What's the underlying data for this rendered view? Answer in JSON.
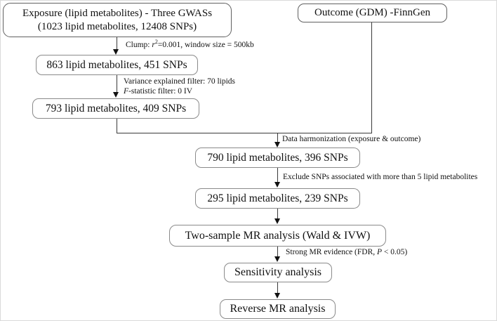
{
  "boxes": {
    "exposure": {
      "line1": "Exposure (lipid metabolites) - Three GWASs",
      "line2": "(1023 lipid metabolites, 12408 SNPs)"
    },
    "outcome": {
      "label": "Outcome (GDM) -FinnGen"
    },
    "clumped": {
      "label": "863 lipid metabolites, 451 SNPs"
    },
    "filtered": {
      "label": "793 lipid metabolites, 409 SNPs"
    },
    "harmonized": {
      "label": "790 lipid metabolites, 396 SNPs"
    },
    "excluded": {
      "label": "295 lipid metabolites, 239 SNPs"
    },
    "mr_analysis": {
      "label": "Two-sample MR analysis (Wald & IVW)"
    },
    "sensitivity": {
      "label": "Sensitivity analysis"
    },
    "reverse_mr": {
      "label": "Reverse MR analysis"
    }
  },
  "edge_labels": {
    "clump": {
      "pre": "Clump: ",
      "var": "r",
      "sup": "2",
      "post": "=0.001, window size = 500kb"
    },
    "variance": "Variance explained filter: 70 lipids",
    "fstat": {
      "var": "F",
      "post": "-statistic filter: 0 IV"
    },
    "harmonization": "Data harmonization (exposure & outcome)",
    "exclude": "Exclude SNPs associated with more than 5 lipid metabolites",
    "strong": {
      "pre": "Strong MR evidence (FDR, ",
      "var": "P",
      "post": " < 0.05)"
    }
  },
  "colors": {
    "box_border": "#8a8a8a",
    "source_box_border": "#606060",
    "line": "#3a3a3a",
    "text": "#111111"
  }
}
